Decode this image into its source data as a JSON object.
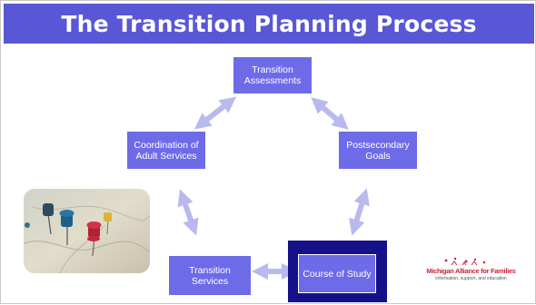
{
  "title": "The Transition Planning Process",
  "steps": {
    "assessments": "Transition Assessments",
    "postsecondary": "Postsecondary Goals",
    "course": "Course of Study",
    "services": "Transition Services",
    "coordination": "Coordination of Adult Services"
  },
  "logo": {
    "name": "Michigan Alliance for Families",
    "tagline": "information, support, and education"
  },
  "colors": {
    "title_bar": "#5a57d6",
    "box": "#6e6be8",
    "arrow": "#b9b9ef",
    "highlight": "#14118a",
    "logo_red": "#c8243a"
  }
}
